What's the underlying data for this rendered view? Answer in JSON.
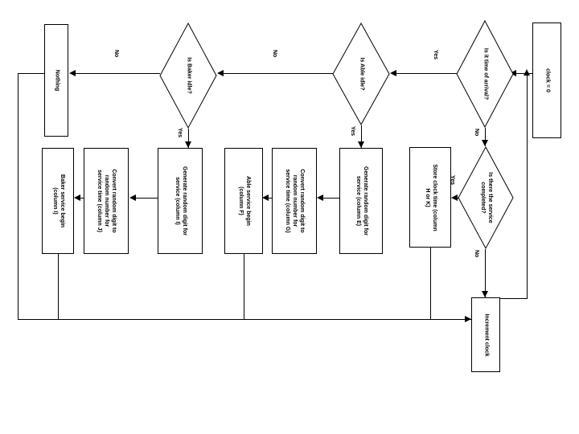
{
  "diagram": {
    "title": "Queuing simulation flowchart",
    "orientation": "rotated-90",
    "colors": {
      "stroke": "#000000",
      "fill": "#ffffff",
      "text": "#000000"
    },
    "nodes": {
      "clock_init": {
        "label": "clock = 0",
        "shape": "rectangle"
      },
      "arrival_check": {
        "label": "Is it time of arrival?",
        "shape": "diamond"
      },
      "able_idle": {
        "label": "Is Able idle?",
        "shape": "diamond"
      },
      "baker_idle": {
        "label": "Is Baker idle?",
        "shape": "diamond"
      },
      "nothing": {
        "label": "Nothing",
        "shape": "rectangle"
      },
      "service_complete": {
        "label": "Is there the service completed?",
        "shape": "diamond"
      },
      "store_clock": {
        "label": "Store clock time (column H or K)",
        "shape": "rectangle"
      },
      "able_gen_digit": {
        "label": "Generate random digit for service (column E)",
        "shape": "rectangle"
      },
      "able_convert": {
        "label": "Convert random digit to random number for service time (column G)",
        "shape": "rectangle"
      },
      "able_begin": {
        "label": "Able service begin (column F)",
        "shape": "rectangle"
      },
      "baker_gen_digit": {
        "label": "Generate random digit for service (column I)",
        "shape": "rectangle"
      },
      "baker_convert": {
        "label": "Convert random digit to random number for service time (column J)",
        "shape": "rectangle"
      },
      "baker_begin": {
        "label": "Baker service begin (column I)",
        "shape": "rectangle"
      },
      "increment_clock": {
        "label": "Increment clock",
        "shape": "rectangle"
      }
    },
    "edge_labels": {
      "arrival_yes": "Yes",
      "arrival_no": "No",
      "able_no": "No",
      "able_yes": "Yes",
      "baker_no": "No",
      "baker_yes": "Yes",
      "service_in_no": "No",
      "service_yes": "Yes",
      "service_no": "No"
    }
  }
}
